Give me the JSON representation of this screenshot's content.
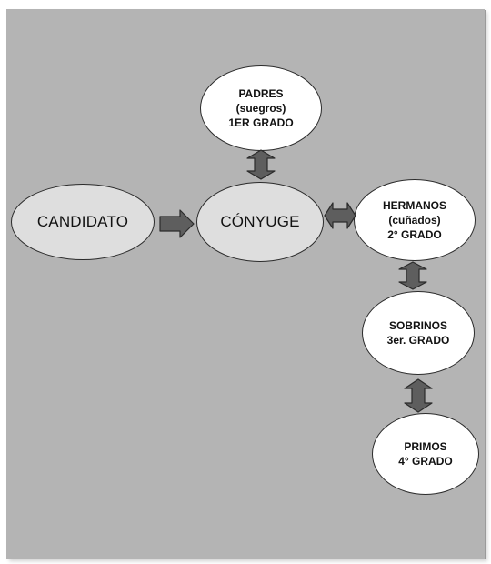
{
  "diagram": {
    "colors": {
      "background": "#b4b4b4",
      "node_fill_main": "#dedede",
      "node_fill_white": "#ffffff",
      "arrow_fill": "#5e5e5e",
      "stroke": "#2b2b2b"
    },
    "nodes": {
      "candidato": {
        "label": "CANDIDATO"
      },
      "conyuge": {
        "label": "CÓNYUGE"
      },
      "padres": {
        "line1": "PADRES",
        "line2": "(suegros)",
        "line3": "1ER GRADO"
      },
      "hermanos": {
        "line1": "HERMANOS",
        "line2": "(cuñados)",
        "line3": "2° GRADO"
      },
      "sobrinos": {
        "line1": "SOBRINOS",
        "line2": "3er. GRADO"
      },
      "primos": {
        "line1": "PRIMOS",
        "line2": "4° GRADO"
      }
    },
    "arrows": [
      {
        "name": "candidato-to-conyuge-arrow",
        "type": "single-right"
      },
      {
        "name": "conyuge-padres-arrow",
        "type": "double-vertical"
      },
      {
        "name": "conyuge-hermanos-arrow",
        "type": "double-horizontal"
      },
      {
        "name": "hermanos-sobrinos-arrow",
        "type": "double-vertical"
      },
      {
        "name": "sobrinos-primos-arrow",
        "type": "double-vertical"
      }
    ]
  }
}
